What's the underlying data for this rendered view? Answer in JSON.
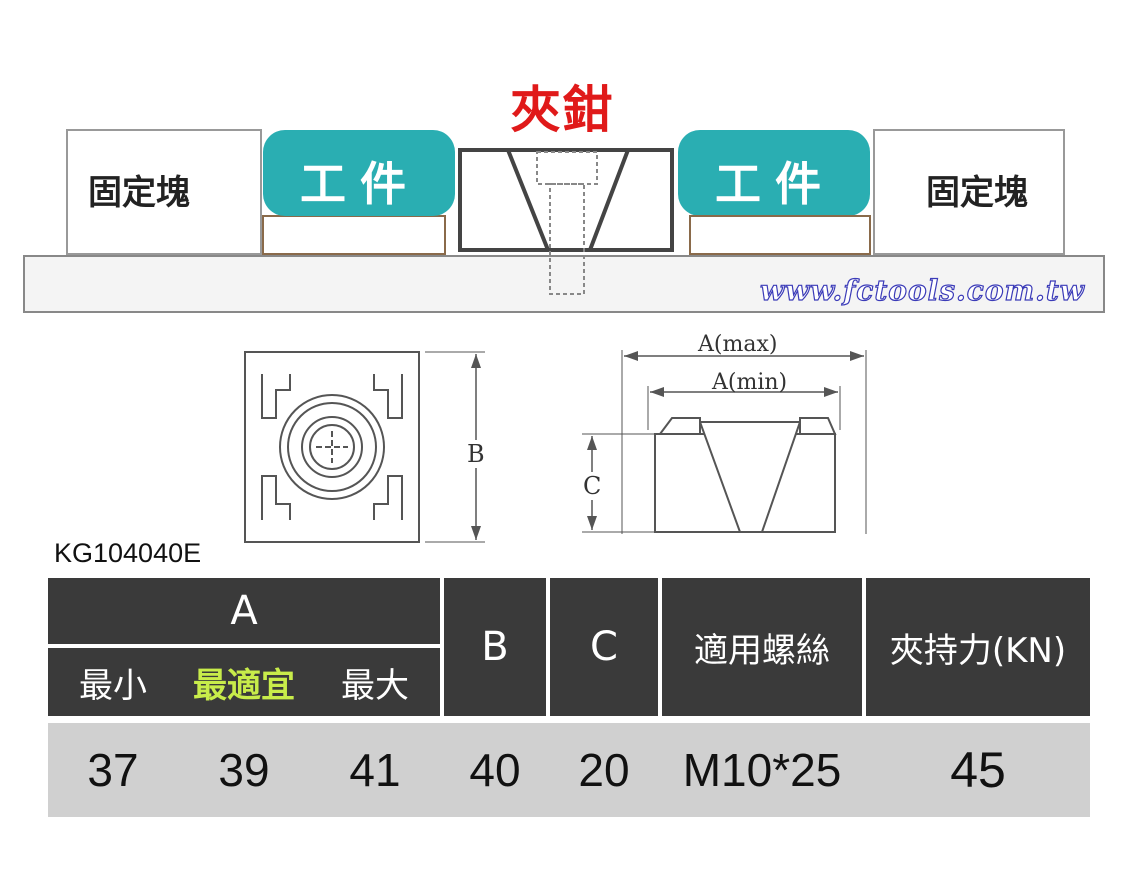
{
  "diagram": {
    "title": "夾鉗",
    "fixed_block_label": "固定塊",
    "workpiece_label": "工件",
    "website": "www.fctools.com.tw",
    "dimension_labels": {
      "a_max": "A(max)",
      "a_min": "A(min)",
      "b": "B",
      "c": "C"
    },
    "colors": {
      "title": "#e01a1a",
      "workpiece": "#2aaeb2",
      "header_bg": "#3a3a3a",
      "value_bg": "#d0d0d0",
      "best_text": "#c8ec4a"
    }
  },
  "model": "KG104040E",
  "table": {
    "headers": {
      "a": "A",
      "a_min": "最小",
      "a_best": "最適宜",
      "a_max": "最大",
      "b": "B",
      "c": "C",
      "screw": "適用螺絲",
      "force": "夾持力(KN)"
    },
    "values": {
      "a_min": "37",
      "a_best": "39",
      "a_max": "41",
      "b": "40",
      "c": "20",
      "screw": "M10*25",
      "force": "45"
    }
  }
}
